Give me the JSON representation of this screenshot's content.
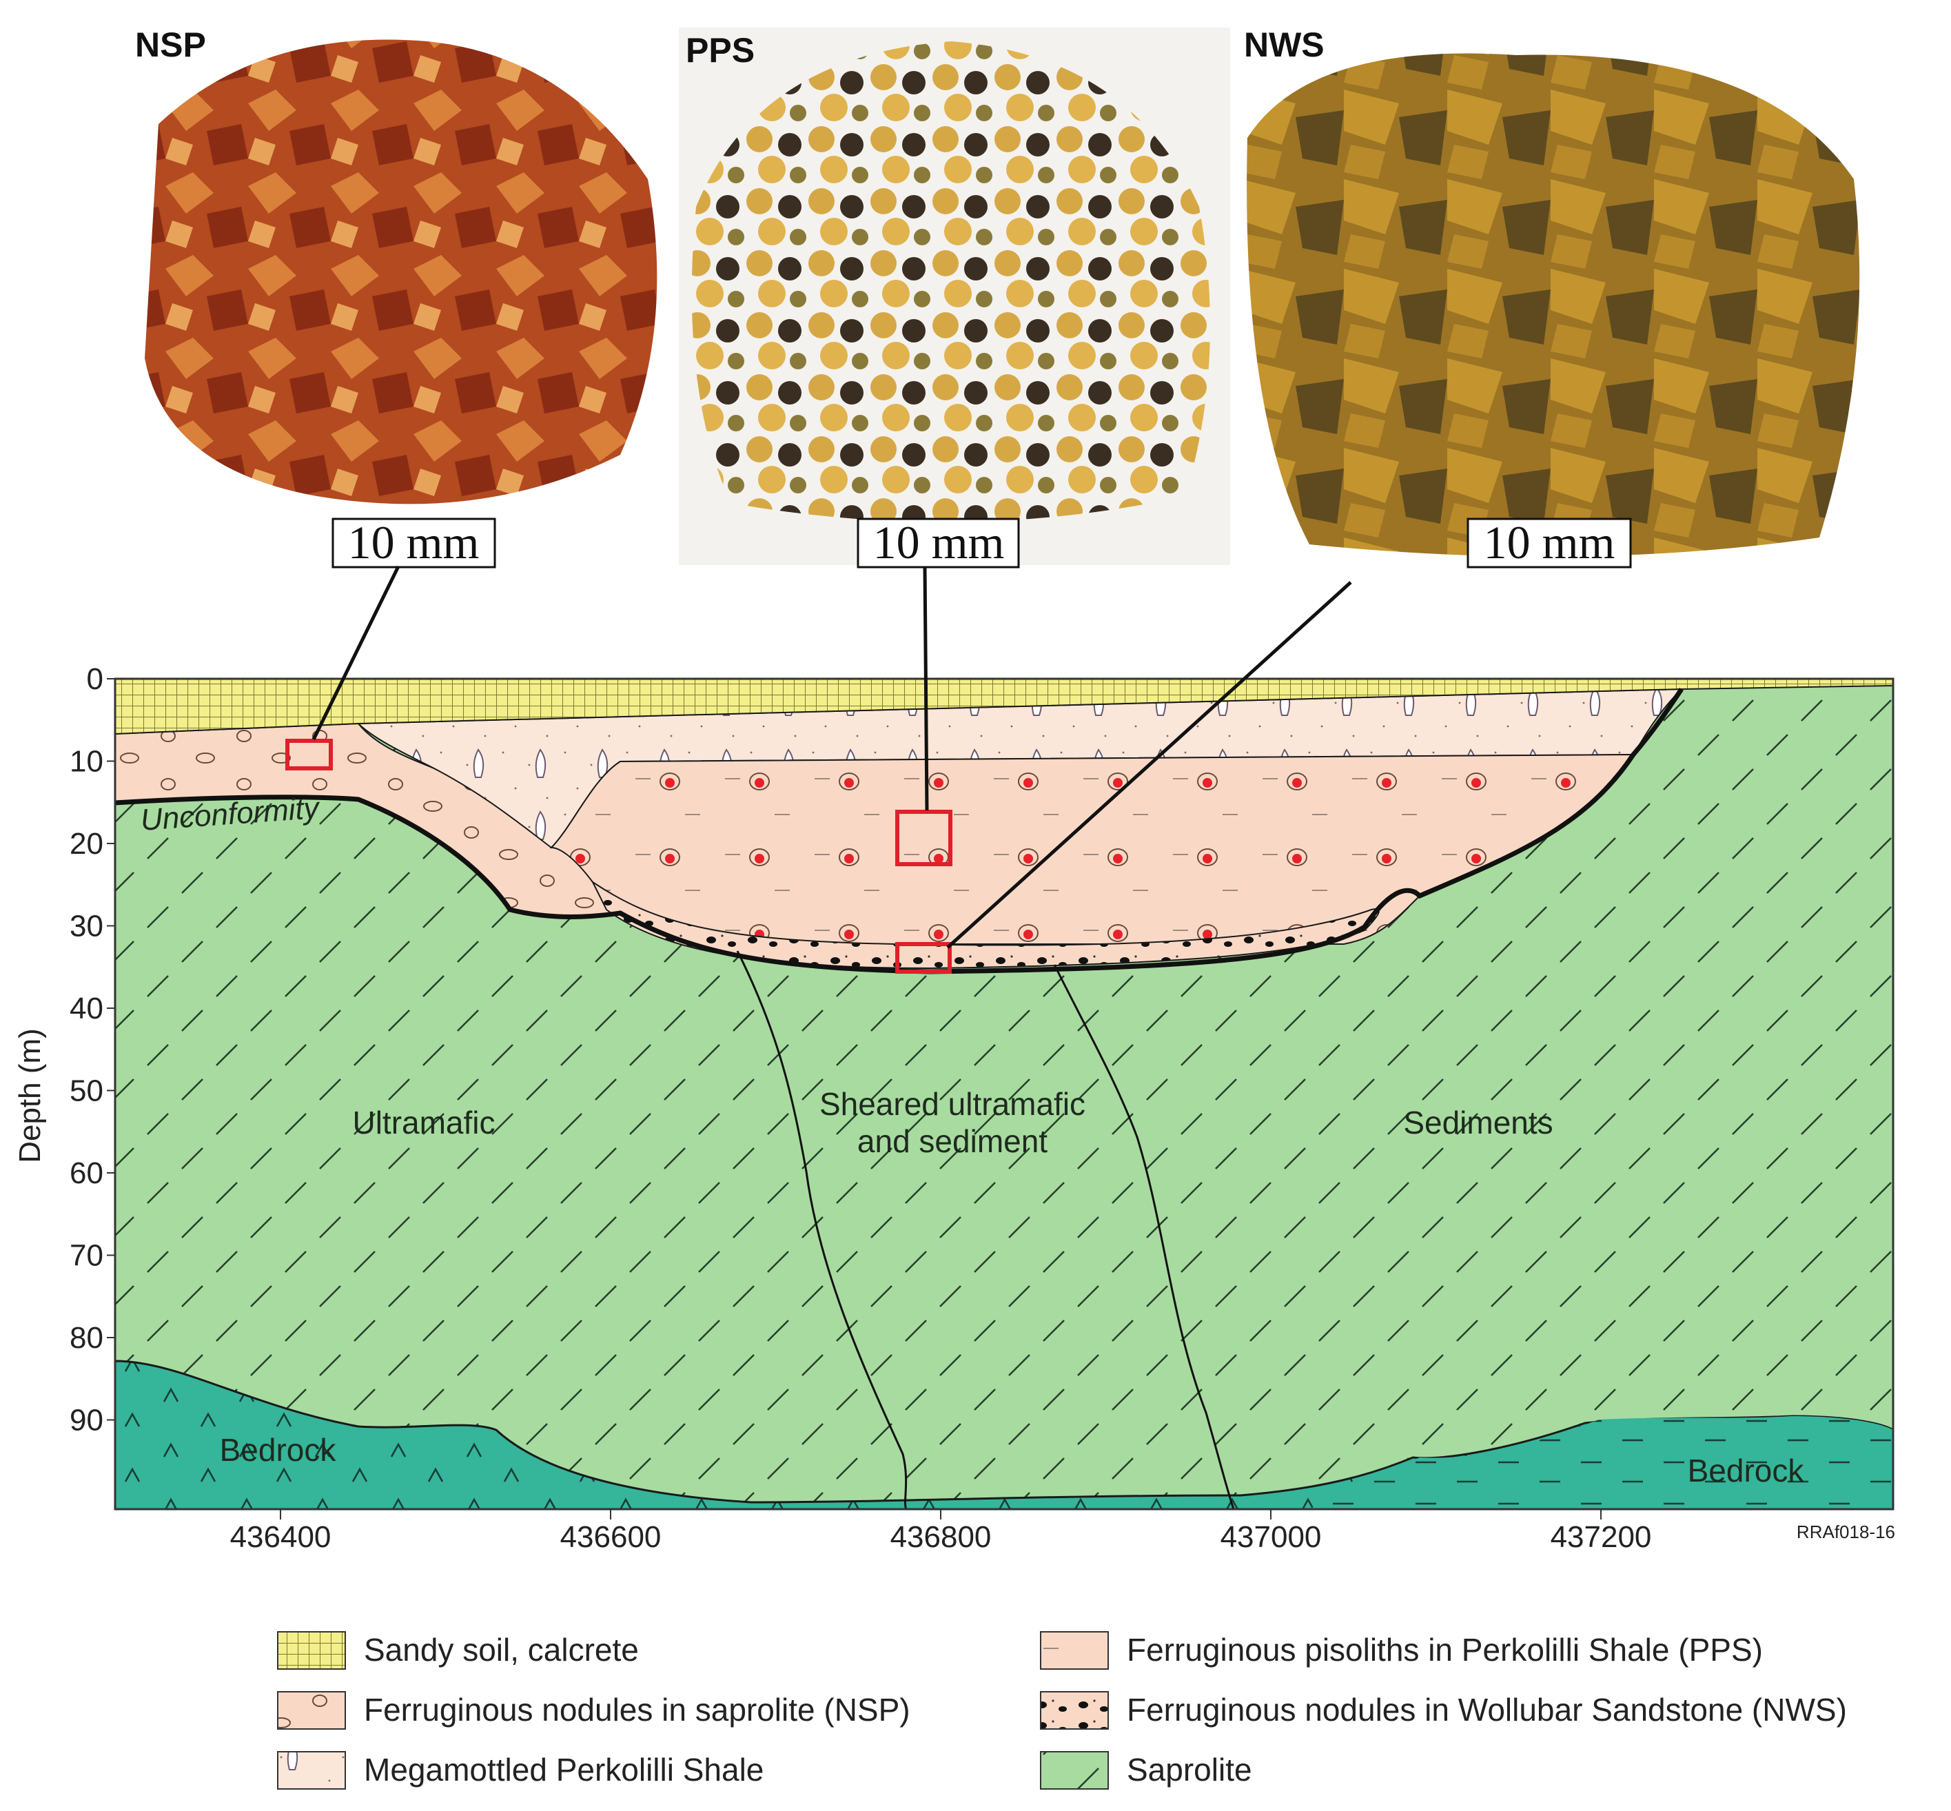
{
  "photos": [
    {
      "label": "NSP",
      "scale": "10 mm"
    },
    {
      "label": "PPS",
      "scale": "10 mm"
    },
    {
      "label": "NWS",
      "scale": "10 mm"
    }
  ],
  "section": {
    "y_axis_label": "Depth (m)",
    "y_ticks": [
      "0",
      "10",
      "20",
      "30",
      "40",
      "50",
      "60",
      "70",
      "80",
      "90"
    ],
    "x_ticks": [
      "436400",
      "436600",
      "436800",
      "437000",
      "437200"
    ],
    "labels": {
      "unconformity": "Unconformity",
      "ultramafic": "Ultramafic",
      "sheared_line1": "Sheared ultramafic",
      "sheared_line2": "and sediment",
      "sediments": "Sediments",
      "bedrock_left": "Bedrock",
      "bedrock_right": "Bedrock"
    },
    "figure_code": "RRAf018-16"
  },
  "legend": [
    {
      "label": "Sandy soil, calcrete",
      "pattern": "sandy-soil"
    },
    {
      "label": "Ferruginous nodules in saprolite (NSP)",
      "pattern": "nsp"
    },
    {
      "label": "Megamottled Perkolilli Shale",
      "pattern": "megamottled"
    },
    {
      "label": "Ferruginous pisoliths in Perkolilli Shale (PPS)",
      "pattern": "pps"
    },
    {
      "label": "Ferruginous nodules in Wollubar Sandstone (NWS)",
      "pattern": "nws"
    },
    {
      "label": "Saprolite",
      "pattern": "saprolite"
    }
  ],
  "colors": {
    "saprolite": "#a8dba0",
    "bedrock": "#35b59a",
    "soil": "#f3ef8a",
    "regolith": "#f9d9c6",
    "highlight_box": "#e0202a",
    "pisolith": "#e8212b"
  }
}
